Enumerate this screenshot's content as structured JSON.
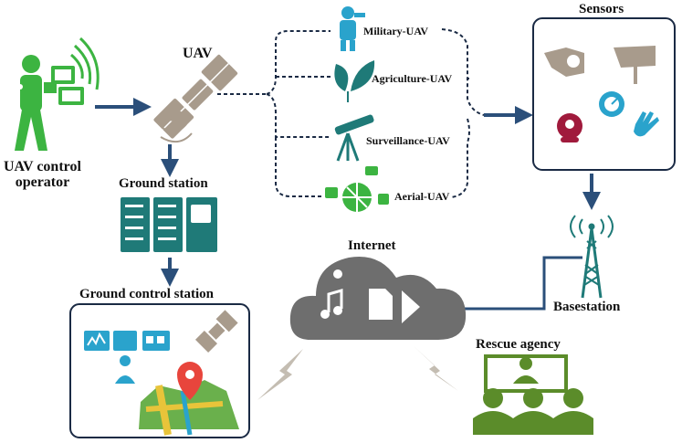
{
  "labels": {
    "operator": "UAV control\noperator",
    "uav": "UAV",
    "ground_station": "Ground station",
    "ground_control_station": "Ground control station",
    "military": "Military-UAV",
    "agriculture": "Agriculture-UAV",
    "surveillance": "Surveillance-UAV",
    "aerial": "Aerial-UAV",
    "sensors": "Sensors",
    "basestation": "Basestation",
    "internet": "Internet",
    "rescue": "Rescue agency"
  },
  "colors": {
    "arrow": "#2b4f7a",
    "operator_green": "#3cb441",
    "uav_gray": "#a89b8c",
    "teal": "#1f7a78",
    "cloud_gray": "#6e6e6e",
    "rescue_green": "#5b8c2a",
    "sensor_red": "#a01a3c",
    "sensor_blue": "#2aa3cc",
    "map_yellow": "#e8c43a",
    "map_pin": "#e8453c"
  },
  "icons": {
    "operator": "person-with-radio-icon",
    "uav": "satellite-drone-icon",
    "ground_station": "server-rack-icon",
    "military": "soldier-icon",
    "agriculture": "leaves-icon",
    "surveillance": "telescope-icon",
    "aerial": "map-transport-icon",
    "sensors": "sensor-set-icon",
    "basestation": "radio-tower-icon",
    "internet": "media-cloud-icon",
    "rescue": "team-icon",
    "gcs": "monitor-map-icon"
  }
}
